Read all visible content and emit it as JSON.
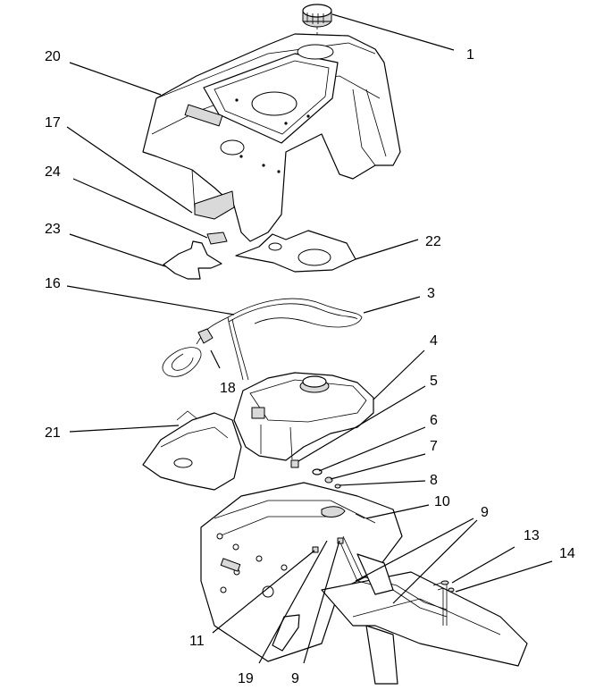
{
  "callouts": [
    {
      "id": "c1",
      "label": "1"
    },
    {
      "id": "c20",
      "label": "20"
    },
    {
      "id": "c17",
      "label": "17"
    },
    {
      "id": "c24",
      "label": "24"
    },
    {
      "id": "c23",
      "label": "23"
    },
    {
      "id": "c22",
      "label": "22"
    },
    {
      "id": "c16",
      "label": "16"
    },
    {
      "id": "c3",
      "label": "3"
    },
    {
      "id": "c4",
      "label": "4"
    },
    {
      "id": "c18",
      "label": "18"
    },
    {
      "id": "c5",
      "label": "5"
    },
    {
      "id": "c21",
      "label": "21"
    },
    {
      "id": "c6",
      "label": "6"
    },
    {
      "id": "c7",
      "label": "7"
    },
    {
      "id": "c8",
      "label": "8"
    },
    {
      "id": "c10",
      "label": "10"
    },
    {
      "id": "c9a",
      "label": "9"
    },
    {
      "id": "c13",
      "label": "13"
    },
    {
      "id": "c14",
      "label": "14"
    },
    {
      "id": "c11",
      "label": "11"
    },
    {
      "id": "c19",
      "label": "19"
    },
    {
      "id": "c9b",
      "label": "9"
    }
  ]
}
